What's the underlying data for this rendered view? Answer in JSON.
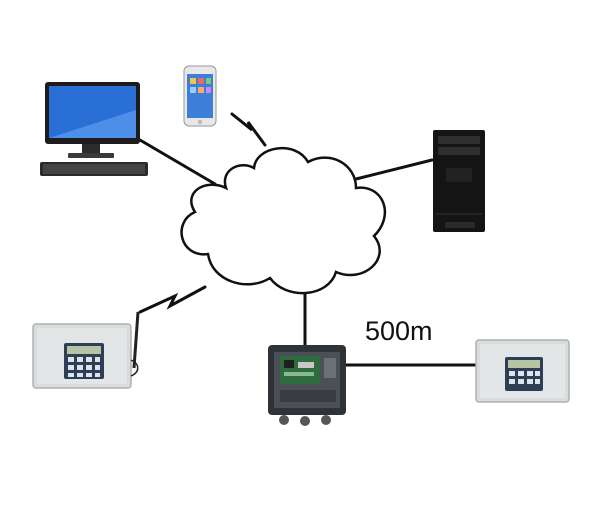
{
  "diagram": {
    "distance_label": "500m",
    "nodes": [
      {
        "id": "desktop-pc",
        "icon": "desktop-monitor-icon"
      },
      {
        "id": "smartphone",
        "icon": "smartphone-icon"
      },
      {
        "id": "tower-pc",
        "icon": "tower-computer-icon"
      },
      {
        "id": "cloud",
        "icon": "cloud-network-icon"
      },
      {
        "id": "wireless-controller",
        "icon": "control-box-icon"
      },
      {
        "id": "gateway",
        "icon": "circuit-board-enclosure-icon"
      },
      {
        "id": "wired-controller",
        "icon": "control-box-icon"
      }
    ],
    "links": [
      {
        "from": "desktop-pc",
        "to": "cloud",
        "kind": "wired"
      },
      {
        "from": "smartphone",
        "to": "cloud",
        "kind": "wireless"
      },
      {
        "from": "tower-pc",
        "to": "cloud",
        "kind": "wired"
      },
      {
        "from": "wireless-controller",
        "to": "cloud",
        "kind": "wireless"
      },
      {
        "from": "gateway",
        "to": "cloud",
        "kind": "wired"
      },
      {
        "from": "gateway",
        "to": "wired-controller",
        "kind": "wired"
      }
    ],
    "colors": {
      "line": "#111111",
      "screen": "#2a6fd6",
      "enclosure": "#d9dcdc",
      "board": "#3a3f44"
    }
  }
}
